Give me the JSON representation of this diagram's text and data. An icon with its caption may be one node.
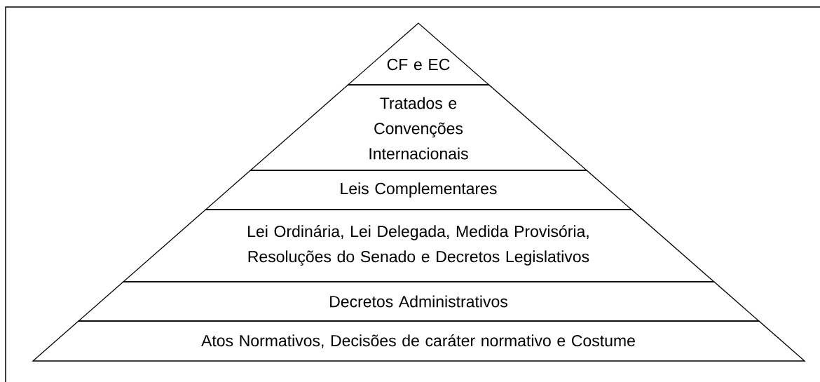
{
  "diagram": {
    "nodes": [
      {
        "text": [
          "CF e EC"
        ]
      },
      {
        "text": [
          "Tratados e Convenções Internacionais"
        ]
      },
      {
        "text": [
          "Leis Complementares"
        ]
      },
      {
        "text": [
          "Lei Ordinária, Lei Delegada, Medida Provisória, Resoluções do Senado e Decretos Legislativos"
        ]
      },
      {
        "text": [
          "Decretos Administrativos"
        ]
      },
      {
        "text": [
          "Atos Normativos, Decisões de caráter normativo e Costume"
        ]
      }
    ]
  }
}
